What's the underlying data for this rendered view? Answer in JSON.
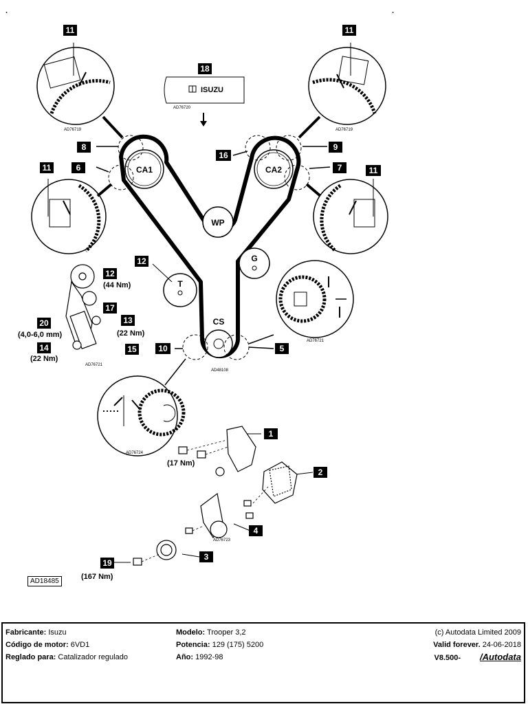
{
  "diagram": {
    "pulleys": {
      "ca1": "CA1",
      "ca2": "CA2",
      "wp": "WP",
      "g": "G",
      "t": "T",
      "cs": "CS"
    },
    "callouts": {
      "c1": "1",
      "c2": "2",
      "c3": "3",
      "c4": "4",
      "c5": "5",
      "c6": "6",
      "c7": "7",
      "c8": "8",
      "c9": "9",
      "c10": "10",
      "c11a": "11",
      "c11b": "11",
      "c11c": "11",
      "c11d": "11",
      "c12": "12",
      "c13": "13",
      "c14": "14",
      "c15": "15",
      "c16": "16",
      "c17": "17",
      "c18": "18",
      "c19": "19",
      "c20": "20"
    },
    "torques": {
      "t12": "(44 Nm)",
      "t13": "(22 Nm)",
      "t14": "(22 Nm)",
      "t20": "(4,0-6,0 mm)",
      "t17nm": "(17 Nm)",
      "t167": "(167 Nm)"
    },
    "belt_label": "ISUZU",
    "refs": {
      "r1": "AD76719",
      "r2": "AD76719",
      "r3": "AD76720",
      "r4": "AD76721",
      "r5": "AD76721",
      "r6": "AD48108",
      "r7": "AD76724",
      "r8": "AD76723"
    },
    "figure_ref": "AD18485"
  },
  "info": {
    "fabricante_key": "Fabricante:",
    "fabricante_val": "Isuzu",
    "codigo_key": "Código de motor:",
    "codigo_val": "6VD1",
    "reglado_key": "Reglado para:",
    "reglado_val": "Catalizador regulado",
    "modelo_key": "Modelo:",
    "modelo_val": "Trooper  3,2",
    "potencia_key": "Potencia:",
    "potencia_val": "129 (175) 5200",
    "ano_key": "Año:",
    "ano_val": "1992-98",
    "copyright": "(c) Autodata Limited 2009",
    "valid_key": "Valid forever.",
    "valid_val": "24-06-2018",
    "version": "V8.500-",
    "brand": "/Autodata"
  }
}
